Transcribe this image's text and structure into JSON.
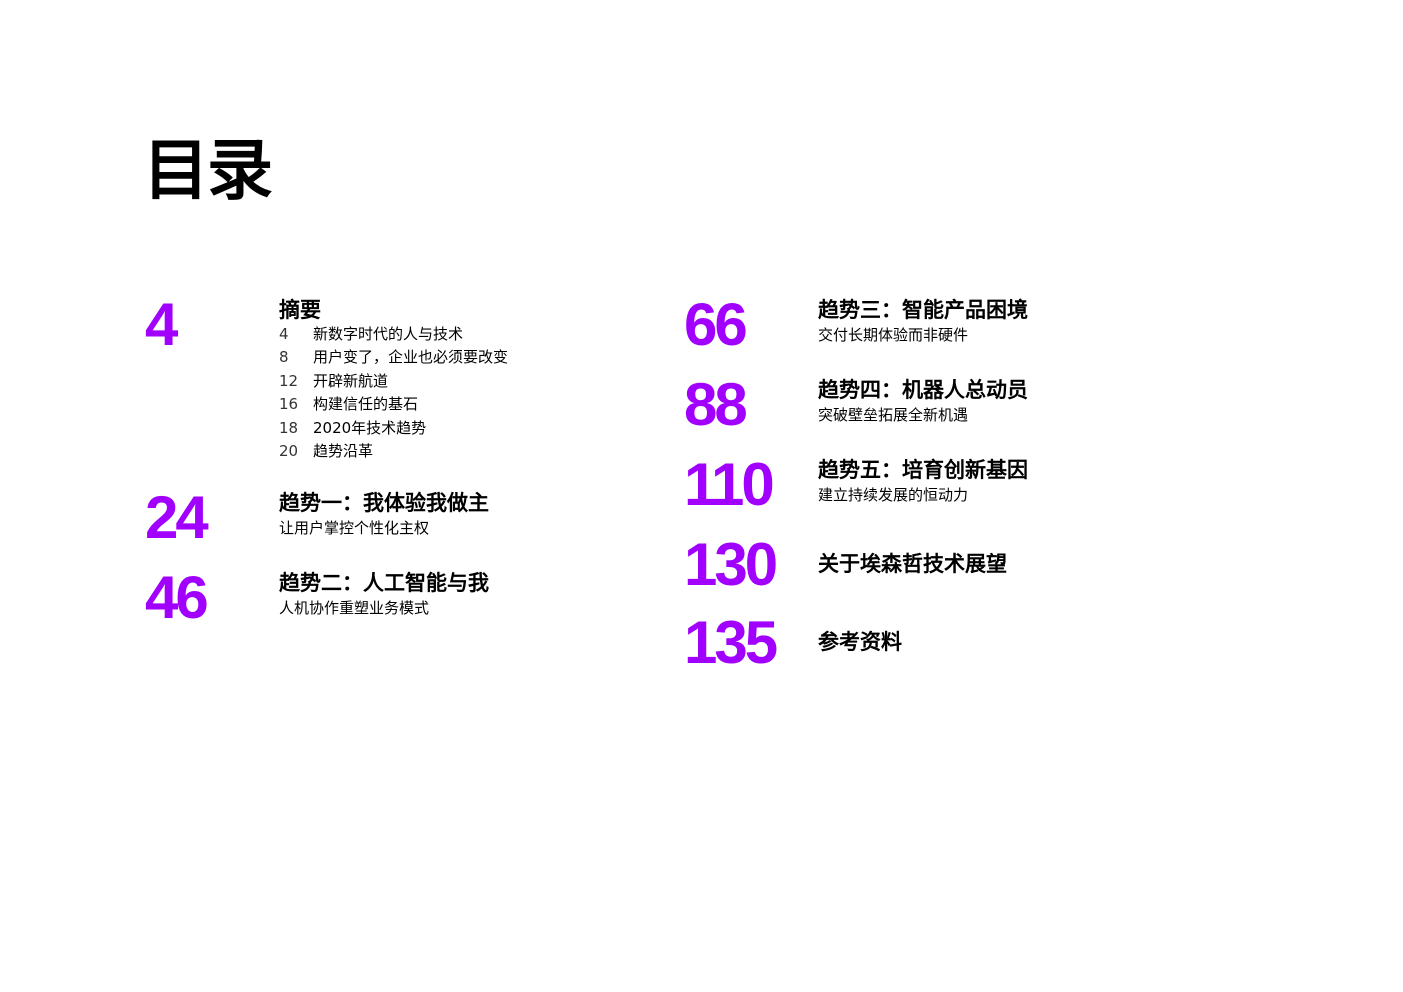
{
  "title": "目录",
  "colors": {
    "accent": "#a100ff",
    "text": "#000000"
  },
  "left_column": [
    {
      "page": "4",
      "title": "摘要",
      "items": [
        {
          "page": "4",
          "text": "新数字时代的人与技术"
        },
        {
          "page": "8",
          "text": "用户变了，企业也必须要改变"
        },
        {
          "page": "12",
          "text": "开辟新航道"
        },
        {
          "page": "16",
          "text": "构建信任的基石"
        },
        {
          "page": "18",
          "text": "2020年技术趋势"
        },
        {
          "page": "20",
          "text": "趋势沿革"
        }
      ]
    },
    {
      "page": "24",
      "title": "趋势一：我体验我做主",
      "subtitle": "让用户掌控个性化主权"
    },
    {
      "page": "46",
      "title": "趋势二：人工智能与我",
      "subtitle": "人机协作重塑业务模式"
    }
  ],
  "right_column": [
    {
      "page": "66",
      "title": "趋势三：智能产品困境",
      "subtitle": "交付长期体验而非硬件"
    },
    {
      "page": "88",
      "title": "趋势四：机器人总动员",
      "subtitle": "突破壁垒拓展全新机遇"
    },
    {
      "page": "110",
      "title": "趋势五：培育创新基因",
      "subtitle": "建立持续发展的恒动力"
    },
    {
      "page": "130",
      "title": "关于埃森哲技术展望"
    },
    {
      "page": "135",
      "title": "参考资料"
    }
  ]
}
